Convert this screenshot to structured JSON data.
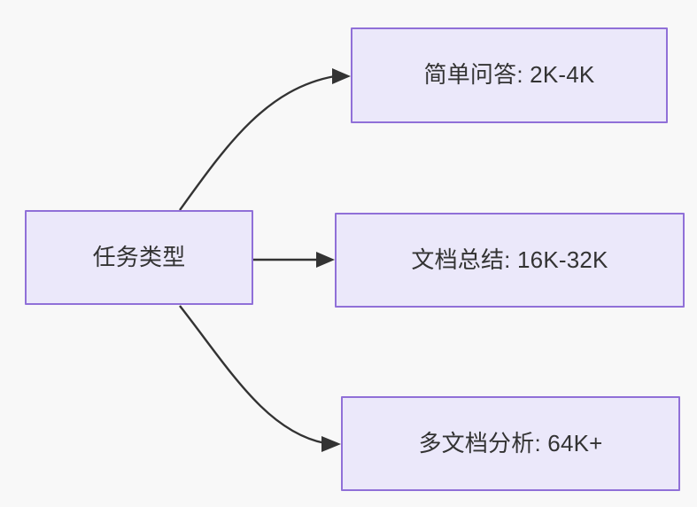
{
  "diagram": {
    "type": "flowchart",
    "direction": "left-to-right",
    "background_color": "#f8f8f8",
    "node_fill_color": "#ebe8fa",
    "node_border_color": "#9070d8",
    "text_color": "#333333",
    "edge_color": "#333333",
    "nodes": [
      {
        "id": "root",
        "label": "任务类型",
        "role": "root"
      },
      {
        "id": "simple-qa",
        "label": "简单问答: 2K-4K",
        "role": "leaf"
      },
      {
        "id": "doc-summary",
        "label": "文档总结: 16K-32K",
        "role": "leaf"
      },
      {
        "id": "multi-doc",
        "label": "多文档分析: 64K+",
        "role": "leaf"
      }
    ],
    "edges": [
      {
        "id": "edge-root-simple-qa",
        "from": "root",
        "to": "simple-qa",
        "label": "",
        "style": "curved-arrow"
      },
      {
        "id": "edge-root-doc-summary",
        "from": "root",
        "to": "doc-summary",
        "label": "",
        "style": "straight-arrow"
      },
      {
        "id": "edge-root-multi-doc",
        "from": "root",
        "to": "multi-doc",
        "label": "",
        "style": "curved-arrow"
      }
    ]
  }
}
